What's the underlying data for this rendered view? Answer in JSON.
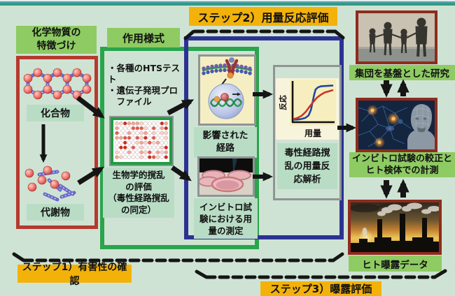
{
  "colors": {
    "background": "#cfe3d4",
    "banner_yellow": "#f3b20a",
    "label_green": "#8ecb63",
    "label_light_green": "#b9dcc5",
    "red_box_border": "#b53a2e",
    "green_box_border": "#2aa44d",
    "blue_box_border": "#2b3292",
    "photo_border": "#8f2b1d",
    "gray_border": "#8f9494",
    "arrow_black": "#151515"
  },
  "banners": {
    "step2": "ステップ2）用量反応評価",
    "step1": "ステップ1）有害性の確認",
    "step3": "ステップ3）曝露評価"
  },
  "left_column": {
    "header": "化学物質の\n特徴づけ",
    "compound_label": "化合物",
    "metabolite_label": "代謝物"
  },
  "mode_of_action": {
    "header": "作用様式",
    "hts_text": "・各種のHTSテスト\n・遺伝子発現プロ\n　ファイル",
    "bio_disruption_label": "生物学的撹乱\nの評価\n（毒性経路撹乱\nの同定）"
  },
  "dose_response_box": {
    "pathway_label": "影響された\n経路",
    "invitro_dose_label": "インビトロ試\n験における用\n量の測定",
    "analysis_label": "毒性経路撹\n乱の用量反\n応解析"
  },
  "right_column": {
    "population_label": "集団を基盤とした研究",
    "calibration_label": "インビトロ試験の較正と\nヒト検体での計測",
    "exposure_label": "ヒト曝露データ"
  },
  "chart_data": {
    "type": "line",
    "title": "",
    "xlabel": "用量",
    "ylabel": "反応",
    "x_range": [
      0,
      10
    ],
    "y_range": [
      0,
      10
    ],
    "grid": false,
    "legend": "none",
    "series": [
      {
        "name": "steep-sigmoid",
        "color": "#2047a0",
        "x": [
          0,
          1,
          2,
          3,
          3.8,
          4.4,
          4.8,
          5.2,
          5.6,
          6.2,
          7,
          8.5,
          10
        ],
        "y": [
          0.3,
          0.35,
          0.5,
          0.8,
          1.5,
          3,
          5,
          7,
          8.6,
          9.2,
          9.5,
          9.6,
          9.7
        ]
      },
      {
        "name": "gradual-sigmoid",
        "color": "#cc3526",
        "x": [
          0,
          1,
          2,
          3,
          4,
          5,
          6,
          7,
          8,
          9,
          10
        ],
        "y": [
          0.5,
          0.8,
          1.4,
          2.4,
          3.8,
          5.2,
          6.4,
          7.2,
          7.8,
          8.1,
          8.4
        ]
      }
    ]
  }
}
